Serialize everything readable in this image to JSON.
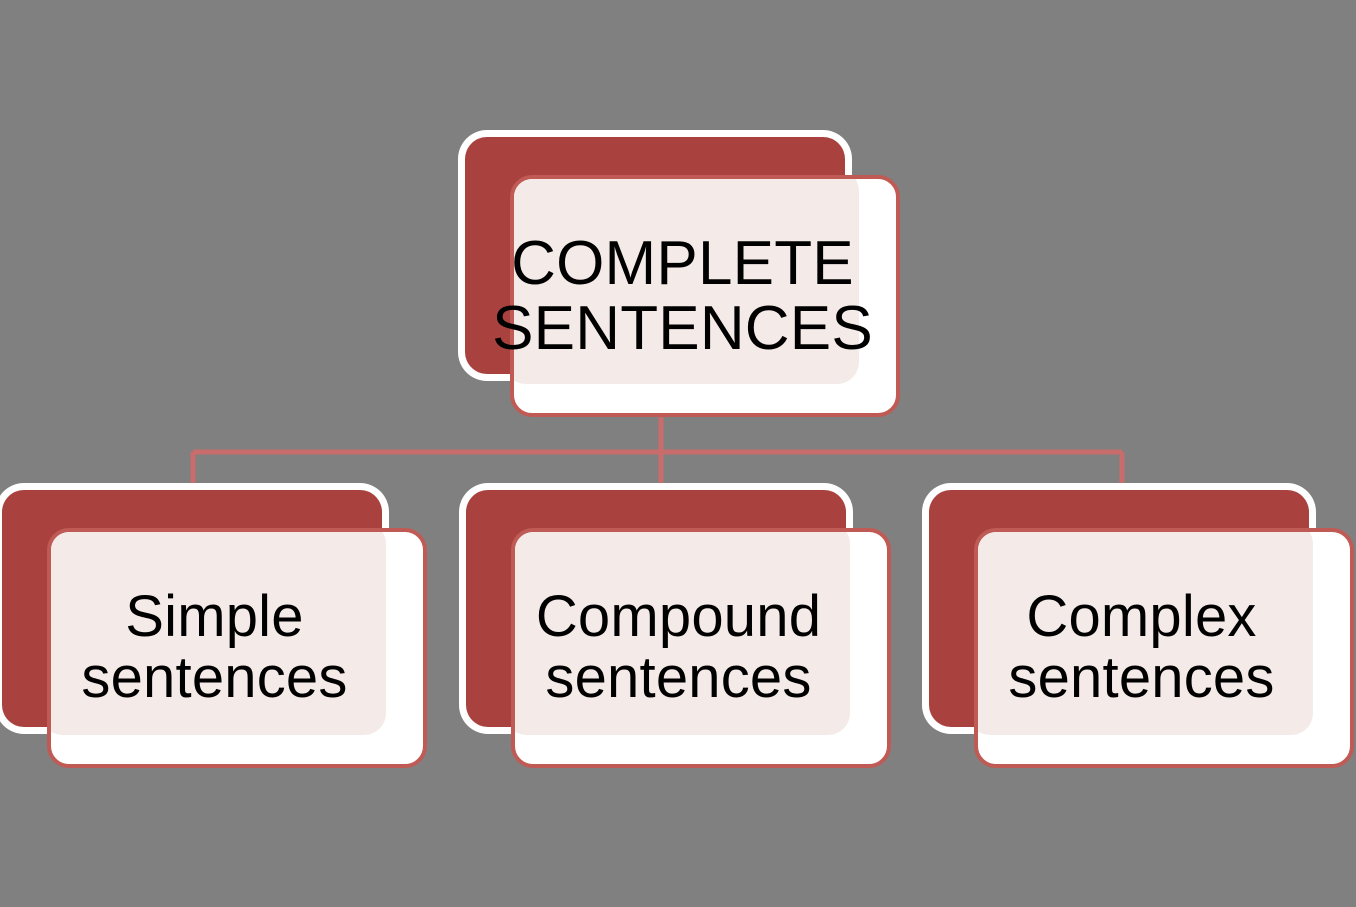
{
  "diagram": {
    "type": "hierarchy",
    "title": "COMPLETE SENTENCES",
    "background_color": "#808080",
    "accent_color": "#A9423F",
    "border_color": "#C05A55",
    "card_fill_color": "#F4EAE8",
    "connector_color": "#C96C6C",
    "root": {
      "id": "root",
      "label": "COMPLETE\nSENTENCES"
    },
    "children": [
      {
        "id": "simple",
        "label": "Simple\nsentences"
      },
      {
        "id": "compound",
        "label": "Compound\nsentences"
      },
      {
        "id": "complex",
        "label": "Complex\nsentences"
      }
    ]
  }
}
